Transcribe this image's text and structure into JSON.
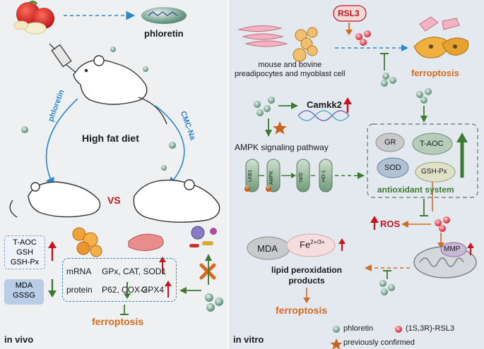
{
  "left": {
    "phloretin_title": "phloretin",
    "route_left": "phloretin",
    "route_right": "CMC-Na",
    "diet": "High fat diet",
    "versus": "VS",
    "markers_up": [
      "T-AOC",
      "GSH",
      "GSH-Px"
    ],
    "markers_down": [
      "MDA",
      "GSSG"
    ],
    "mrna_label": "mRNA",
    "mrna_genes": "GPx, CAT, SOD1",
    "protein_label": "protein",
    "protein_genes_a": "P62, COX-2",
    "protein_genes_b": "GPX4",
    "ferroptosis": "ferroptosis",
    "corner": "in vivo"
  },
  "right": {
    "rsl3": "RSL3",
    "cells": "mouse and bovine\npreadipocytes and myoblast cell",
    "ferroptosis_top": "ferroptosis",
    "camkk2": "Camkk2",
    "ampk": "AMPK signaling pathway",
    "pathway": [
      "LKB1",
      "AMPK",
      "Nrf2",
      "HO-1"
    ],
    "p_badge": "P",
    "antiox": [
      "GR",
      "T-AOC",
      "SOD",
      "GSH-Px"
    ],
    "antiox_label": "antioxidant system",
    "ros": "ROS",
    "mda": "MDA",
    "fe": "Fe",
    "fe_sup": "2+/3+",
    "mmp": "MMP",
    "lipid": "lipid peroxidation\nproducts",
    "ferroptosis_bottom": "ferroptosis",
    "corner": "in vitro",
    "legend": {
      "phloretin": "phloretin",
      "rsl3": "(1S,3R)-RSL3",
      "confirmed": "previously confirmed"
    }
  },
  "colors": {
    "green_arrow": "#3d7a32",
    "red_arrow": "#c8141e",
    "orange": "#d86a1f",
    "blue_dash": "#2d86c7"
  }
}
